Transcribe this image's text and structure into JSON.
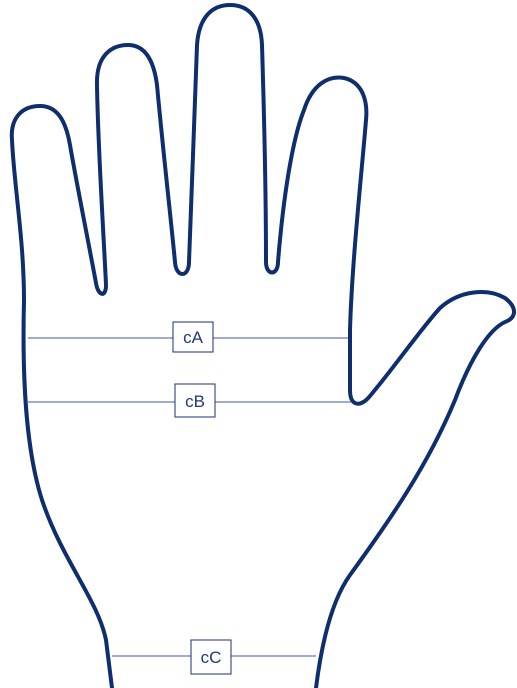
{
  "labels": {
    "a": "cA",
    "b": "cB",
    "c": "cC"
  },
  "colors": {
    "outline": "#0f2e6e",
    "measure_line": "#3b5aa0",
    "label_text": "#1f3a7a"
  }
}
